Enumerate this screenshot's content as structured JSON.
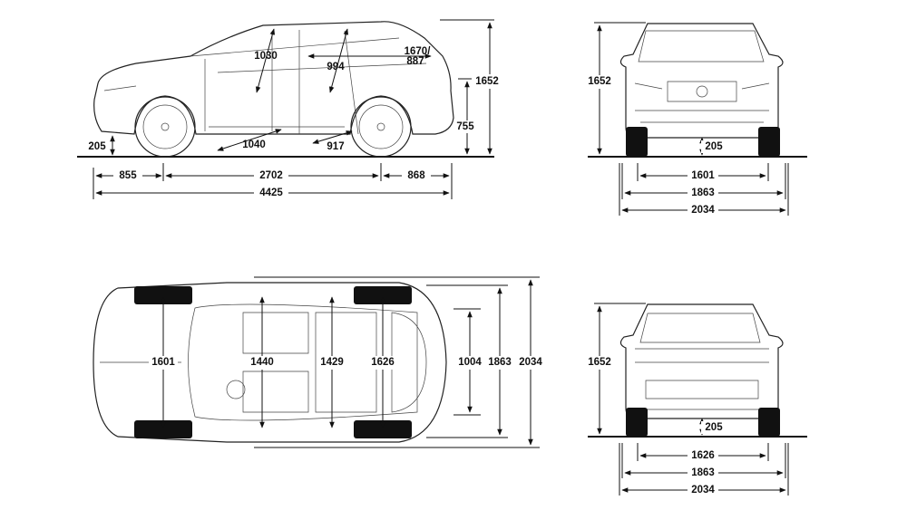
{
  "side_view": {
    "ground_clearance": "205",
    "front_overhang": "855",
    "wheelbase": "2702",
    "rear_overhang": "868",
    "length": "4425",
    "height": "1652",
    "load_sill_height": "755",
    "front_headroom": "1030",
    "rear_headroom": "994",
    "cargo_length": "1670/",
    "cargo_length_2": "887",
    "front_legroom": "1040",
    "rear_legroom": "917"
  },
  "front_view": {
    "height": "1652",
    "ground_clearance": "205",
    "track": "1601",
    "width": "1863",
    "width_mirrors": "2034"
  },
  "top_view": {
    "front_track": "1601",
    "front_shoulder": "1440",
    "rear_shoulder": "1429",
    "rear_track": "1626",
    "cargo_width": "1004",
    "width": "1863",
    "width_mirrors": "2034"
  },
  "rear_view": {
    "height": "1652",
    "ground_clearance": "205",
    "track": "1626",
    "width": "1863",
    "width_mirrors": "2034"
  }
}
